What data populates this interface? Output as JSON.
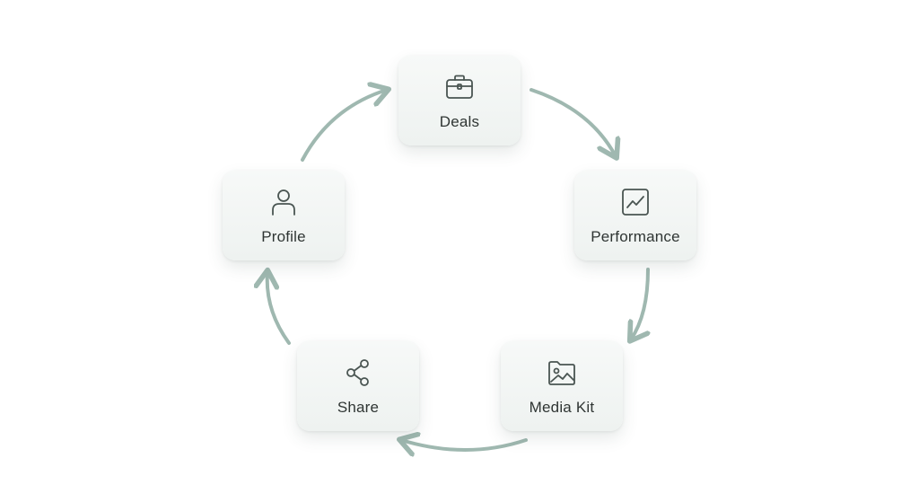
{
  "diagram": {
    "nodes": [
      {
        "id": "deals",
        "label": "Deals",
        "icon": "briefcase-icon"
      },
      {
        "id": "performance",
        "label": "Performance",
        "icon": "line-chart-icon"
      },
      {
        "id": "media_kit",
        "label": "Media Kit",
        "icon": "image-folder-icon"
      },
      {
        "id": "share",
        "label": "Share",
        "icon": "share-icon"
      },
      {
        "id": "profile",
        "label": "Profile",
        "icon": "user-icon"
      }
    ],
    "edges": [
      {
        "from": "deals",
        "to": "performance"
      },
      {
        "from": "performance",
        "to": "media_kit"
      },
      {
        "from": "media_kit",
        "to": "share"
      },
      {
        "from": "share",
        "to": "profile"
      },
      {
        "from": "profile",
        "to": "deals"
      }
    ],
    "colors": {
      "arrow": "#9fb8b0",
      "icon": "#4a5552",
      "label": "#2f3533",
      "card": "#f3f6f4"
    }
  }
}
